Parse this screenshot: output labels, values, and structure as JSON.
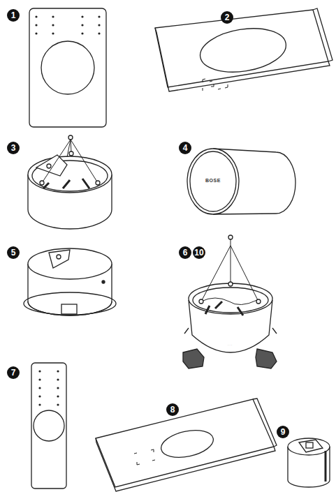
{
  "diagram": {
    "labels": [
      "1",
      "2",
      "3",
      "4",
      "5",
      "6",
      "10",
      "7",
      "8",
      "9",
      "BOSE"
    ]
  }
}
